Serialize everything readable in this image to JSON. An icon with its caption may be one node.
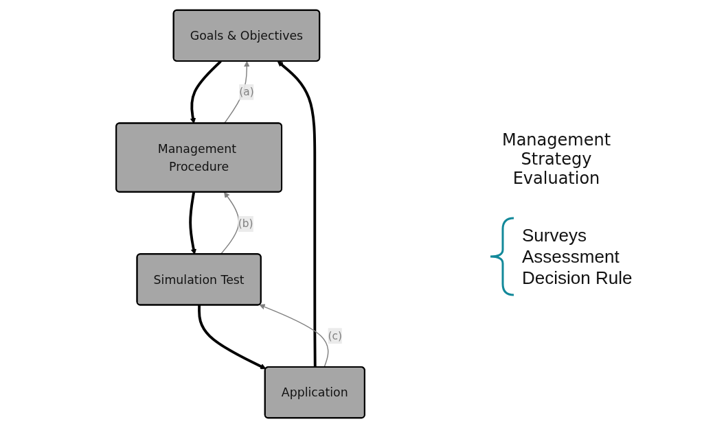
{
  "diagram": {
    "nodes": [
      {
        "text": [
          "Goals & Objectives"
        ]
      },
      {
        "text": [
          "Management Procedure"
        ]
      },
      {
        "text": [
          "Simulation Test"
        ]
      },
      {
        "text": [
          "Application"
        ]
      }
    ],
    "edges": [
      {
        "from": 3,
        "to": 0,
        "arrow": "to"
      },
      {
        "from": 0,
        "to": 1,
        "arrow": "to"
      },
      {
        "from": 1,
        "to": 2,
        "arrow": "to"
      },
      {
        "from": 2,
        "to": 3,
        "arrow": "to"
      },
      {
        "from": 1,
        "to": 0,
        "arrow": "to",
        "label": "(a)",
        "color": "#808080"
      },
      {
        "from": 3,
        "to": 2,
        "arrow": "to",
        "label": "(c)",
        "color": "#808080"
      },
      {
        "from": 2,
        "to": 1,
        "arrow": "to",
        "label": "(b)",
        "color": "#808080"
      }
    ],
    "labels": [
      "Management Strategy Evaluation",
      "Surveys",
      "Assessment",
      "Decision Rule"
    ]
  }
}
